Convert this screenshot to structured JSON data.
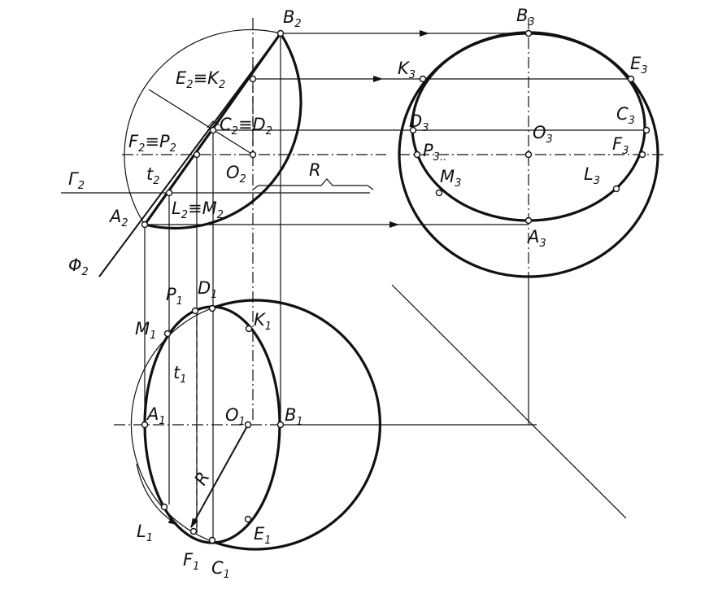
{
  "labels": {
    "B2": [
      "B",
      "2"
    ],
    "E2K2": [
      "E",
      "2",
      "≡K",
      "2"
    ],
    "C2D2": [
      "C",
      "2",
      "≡D",
      "2"
    ],
    "F2P2": [
      "F",
      "2",
      "≡P",
      "2"
    ],
    "O2": [
      "O",
      "2"
    ],
    "t2": [
      "t",
      "2"
    ],
    "R_top": [
      "R",
      ""
    ],
    "G2": [
      "Γ",
      "2"
    ],
    "L2M2": [
      "L",
      "2",
      "≡M",
      "2"
    ],
    "A2": [
      "A",
      "2"
    ],
    "Phi2": [
      "Φ",
      "2"
    ],
    "B3": [
      "B",
      "3"
    ],
    "K3": [
      "K",
      "3"
    ],
    "E3": [
      "E",
      "3"
    ],
    "C3": [
      "C",
      "3"
    ],
    "D3": [
      "D",
      "3"
    ],
    "O3": [
      "O",
      "3"
    ],
    "P3": [
      "P",
      "3.."
    ],
    "F3": [
      "F",
      "3"
    ],
    "M3": [
      "M",
      "3"
    ],
    "L3": [
      "L",
      "3"
    ],
    "A3": [
      "A",
      "3"
    ],
    "P1": [
      "P",
      "1"
    ],
    "D1": [
      "D",
      "1"
    ],
    "K1": [
      "K",
      "1"
    ],
    "M1": [
      "M",
      "1"
    ],
    "t1": [
      "t",
      "1"
    ],
    "A1": [
      "A",
      "1"
    ],
    "O1": [
      "O",
      "1"
    ],
    "B1": [
      "B",
      "1"
    ],
    "R_bottom": [
      "R",
      ""
    ],
    "L1": [
      "L",
      "1"
    ],
    "E1": [
      "E",
      "1"
    ],
    "F1": [
      "F",
      "1"
    ],
    "C1": [
      "C",
      "1"
    ]
  }
}
